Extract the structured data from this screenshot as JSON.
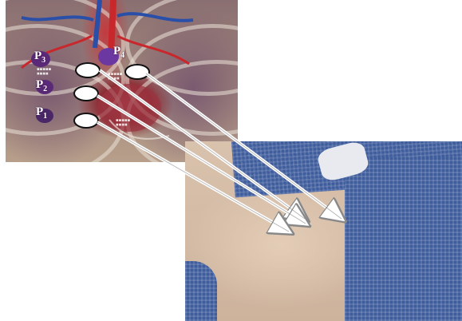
{
  "labels": {
    "p1": {
      "main": "P",
      "sub": "1"
    },
    "p2": {
      "main": "P",
      "sub": "2"
    },
    "p3": {
      "main": "P",
      "sub": "3"
    },
    "p4": {
      "main": "P",
      "sub": "4"
    }
  },
  "colors": {
    "marker_fill": "#ffffff",
    "marker_stroke": "#111111",
    "arrow": "#ffffff",
    "gown": "#3f5c9c",
    "skin": "#d9c2ad"
  }
}
